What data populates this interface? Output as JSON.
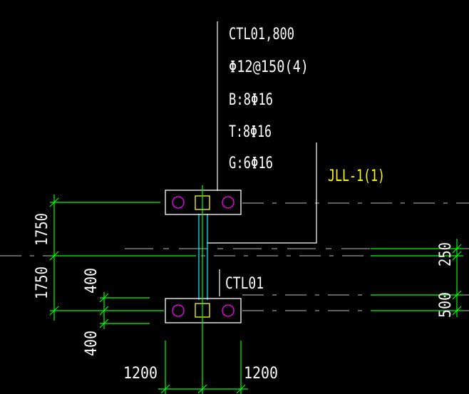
{
  "drawing": {
    "annotation": {
      "line1": "CTL01,800",
      "line2": "Φ12@150(4)",
      "line3": "B:8Φ16",
      "line4": "T:8Φ16",
      "line5": "G:6Φ16"
    },
    "beam_label": "JLL-1(1)",
    "pile_cap_label": "CTL01",
    "dimensions": {
      "left_upper": "1750",
      "left_lower": "1750",
      "inner_upper": "400",
      "inner_lower": "400",
      "right_upper": "250",
      "right_lower": "500",
      "bottom_left": "1200",
      "bottom_right": "1200"
    },
    "colors": {
      "background": "#000000",
      "text": "#ffffff",
      "dimension": "#00ff00",
      "beam_label": "#ffff00",
      "pile": "#ff00ff",
      "column": "#ffff00",
      "beam": "#00ffff"
    }
  }
}
